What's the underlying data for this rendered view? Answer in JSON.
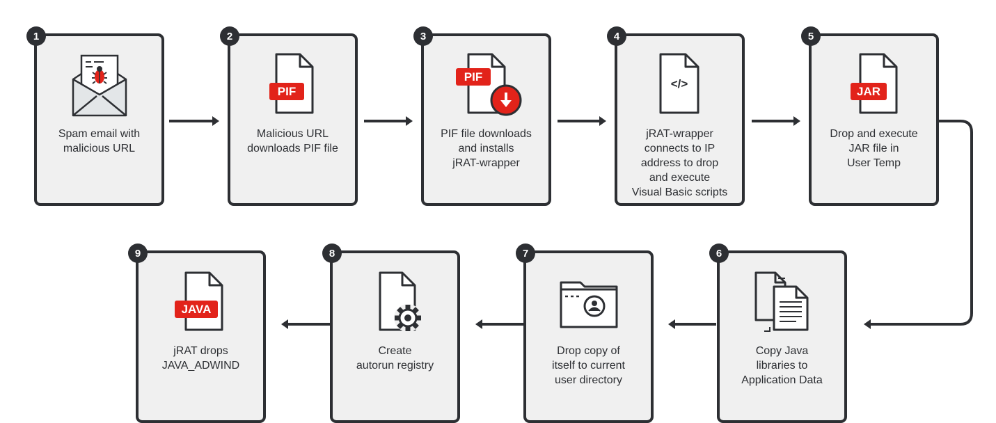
{
  "colors": {
    "dark": "#2d2f33",
    "box": "#f0f0f0",
    "accent": "#e2231a"
  },
  "steps": [
    {
      "number": "1",
      "icon": "spam-email-icon",
      "label": "Spam email with\nmalicious URL"
    },
    {
      "number": "2",
      "icon": "pif-file-icon",
      "file_tag": "PIF",
      "label": "Malicious URL\ndownloads PIF file"
    },
    {
      "number": "3",
      "icon": "pif-download-icon",
      "file_tag": "PIF",
      "label": "PIF file downloads\nand installs\njRAT-wrapper"
    },
    {
      "number": "4",
      "icon": "code-file-icon",
      "file_tag": "</>",
      "label": "jRAT-wrapper\nconnects to IP\naddress to drop\nand execute\nVisual Basic scripts"
    },
    {
      "number": "5",
      "icon": "jar-file-icon",
      "file_tag": "JAR",
      "label": "Drop and execute\nJAR file in\nUser Temp"
    },
    {
      "number": "6",
      "icon": "copy-files-icon",
      "label": "Copy Java\nlibraries to\nApplication Data"
    },
    {
      "number": "7",
      "icon": "user-folder-icon",
      "label": "Drop copy of\nitself to current\nuser directory"
    },
    {
      "number": "8",
      "icon": "file-gear-icon",
      "label": "Create\nautorun registry"
    },
    {
      "number": "9",
      "icon": "java-file-icon",
      "file_tag": "JAVA",
      "label": "jRAT drops\nJAVA_ADWIND"
    }
  ]
}
